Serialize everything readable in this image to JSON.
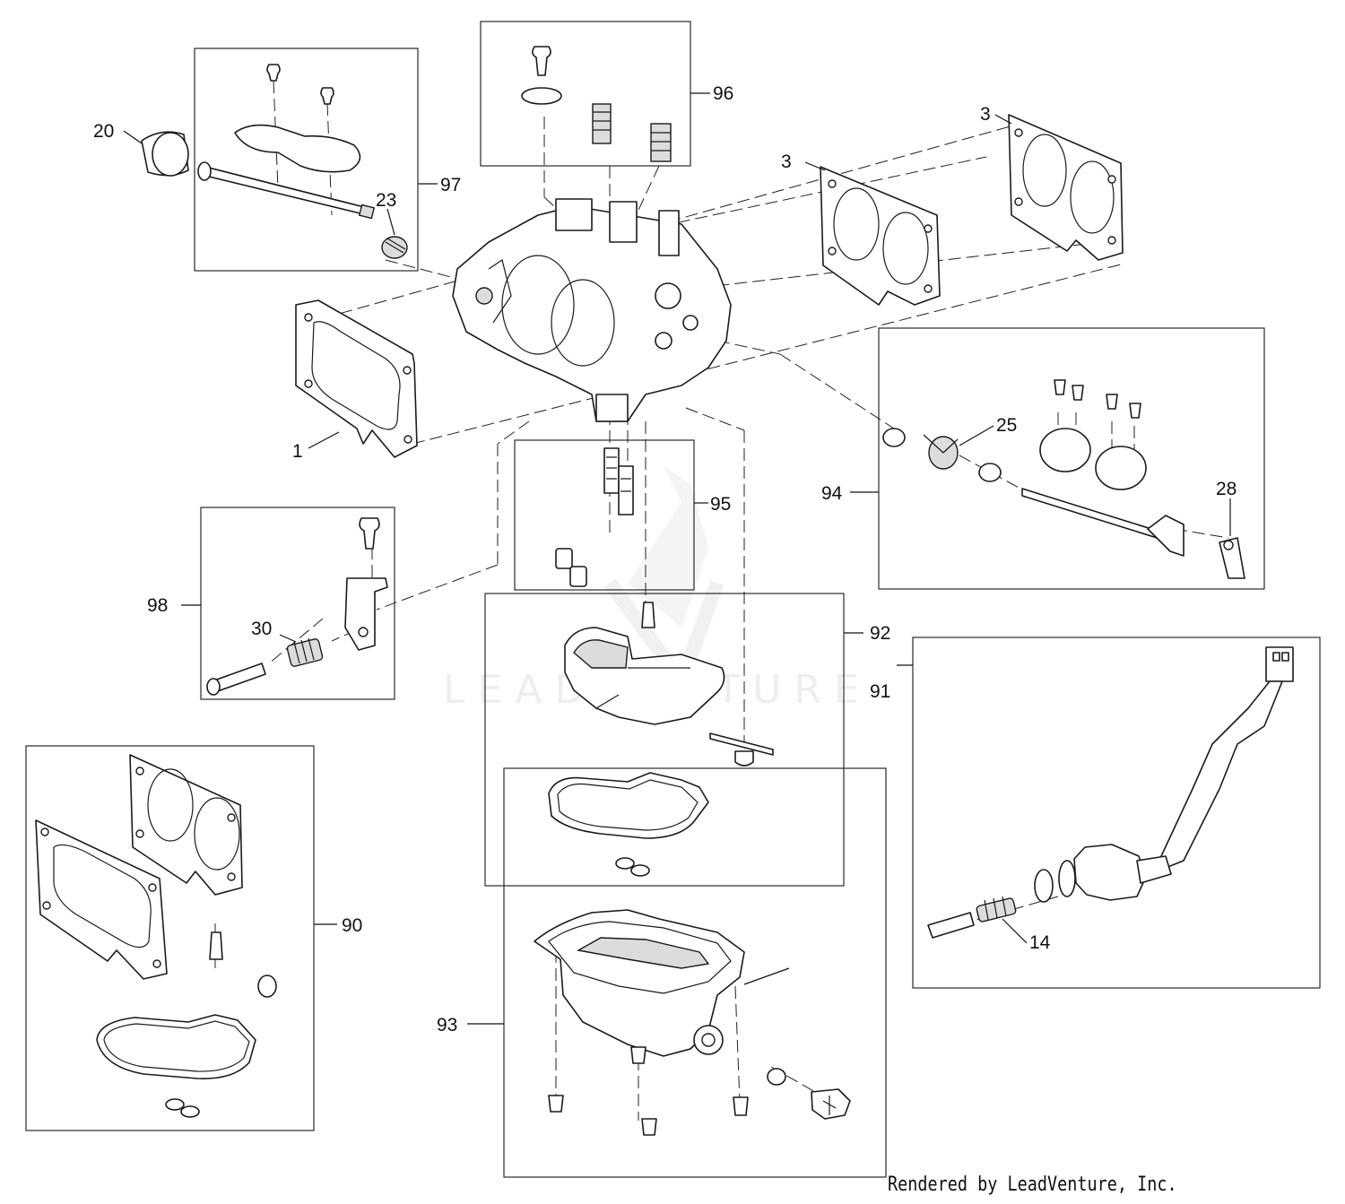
{
  "watermark": "LEADVENTURE",
  "credit": "Rendered by LeadVenture, Inc.",
  "callouts": {
    "c1": "1",
    "c3a": "3",
    "c3b": "3",
    "c14": "14",
    "c20": "20",
    "c23": "23",
    "c25": "25",
    "c28": "28",
    "c30": "30",
    "c90": "90",
    "c91": "91",
    "c92": "92",
    "c93": "93",
    "c94": "94",
    "c95": "95",
    "c96": "96",
    "c97": "97",
    "c98": "98"
  }
}
